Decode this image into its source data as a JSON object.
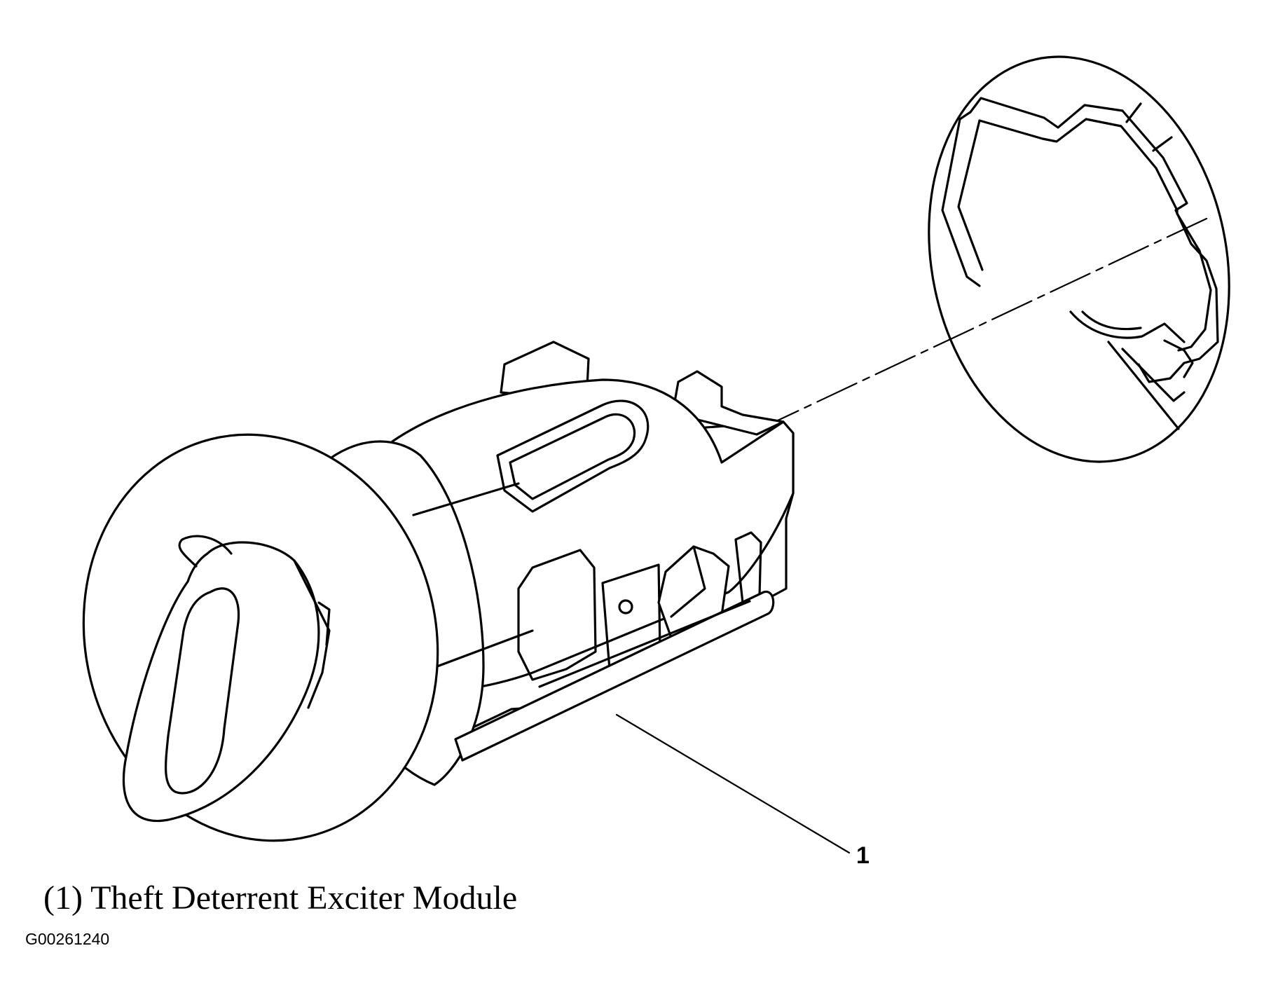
{
  "callout": {
    "number": "1"
  },
  "legend": {
    "text": "(1) Theft Deterrent Exciter Module"
  },
  "figure": {
    "id": "G00261240"
  },
  "colors": {
    "line": "#000000",
    "background": "#ffffff"
  },
  "icons": {
    "main": "ignition-lock-cylinder-icon",
    "detail": "lock-housing-detail-icon"
  }
}
